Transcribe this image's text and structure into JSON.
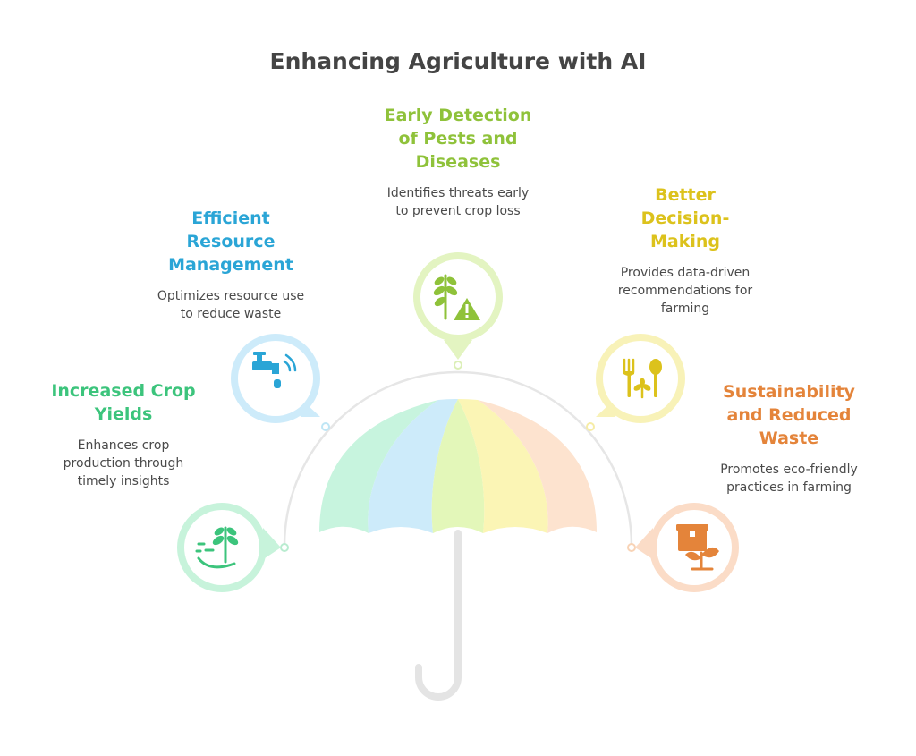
{
  "title": "Enhancing Agriculture with AI",
  "colors": {
    "green": "#3cc47c",
    "blue": "#2aa5d6",
    "lime": "#8fc23a",
    "yellow": "#dcc21c",
    "orange": "#e4843a"
  },
  "items": [
    {
      "heading": "Increased Crop Yields",
      "description": "Enhances crop production through timely insights",
      "icon": "growing-plant-hand-icon",
      "color": "#3cc47c"
    },
    {
      "heading": "Efficient Resource Management",
      "description": "Optimizes resource use to reduce waste",
      "icon": "water-tap-icon",
      "color": "#2aa5d6"
    },
    {
      "heading": "Early Detection of Pests and Diseases",
      "description": "Identifies threats early to prevent crop loss",
      "icon": "plant-warning-icon",
      "color": "#8fc23a"
    },
    {
      "heading": "Better Decision-Making",
      "description": "Provides data-driven recommendations for farming",
      "icon": "fork-spoon-plant-icon",
      "color": "#dcc21c"
    },
    {
      "heading": "Sustainability and Reduced Waste",
      "description": "Promotes eco-friendly practices in farming",
      "icon": "box-sprout-icon",
      "color": "#e4843a"
    }
  ]
}
